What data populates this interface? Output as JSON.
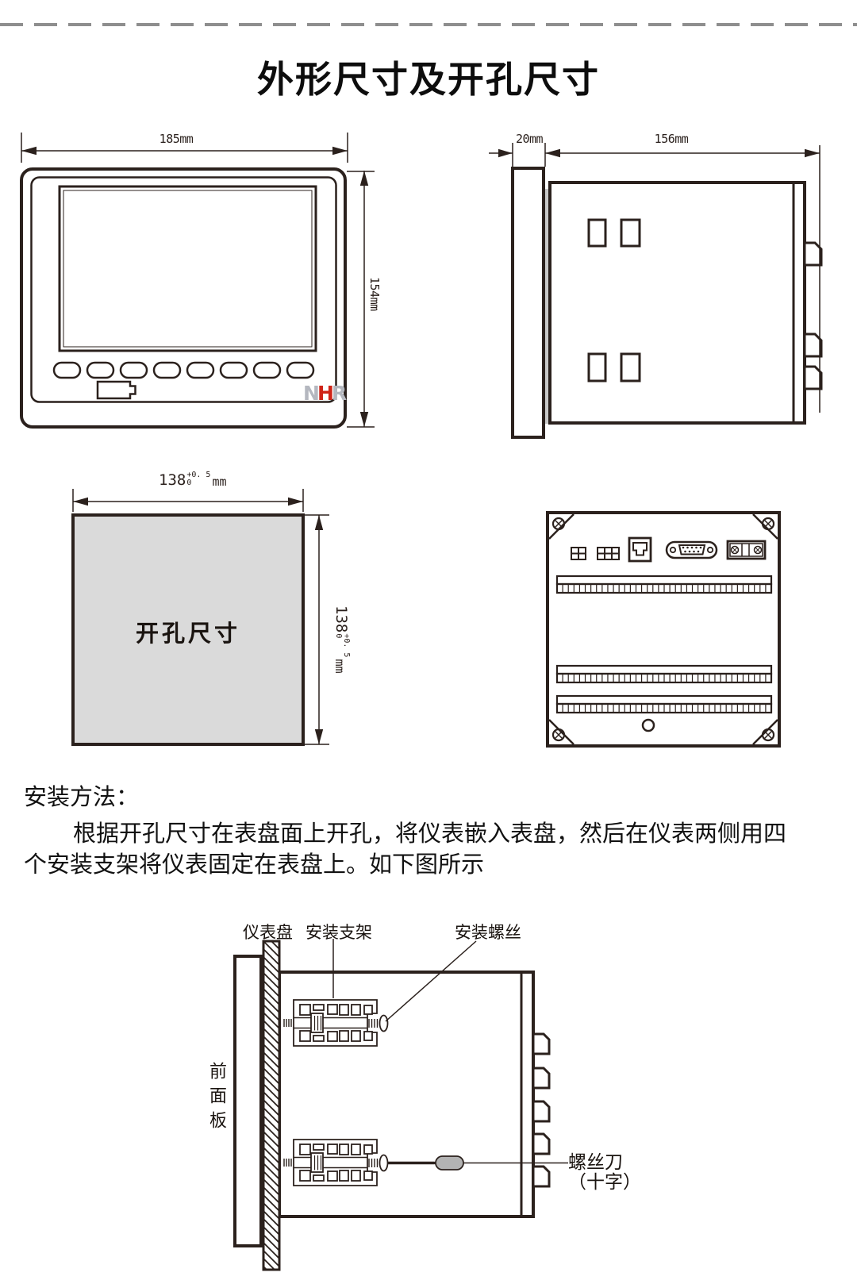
{
  "page": {
    "title": "外形尺寸及开孔尺寸"
  },
  "dimensions": {
    "front_width": "185mm",
    "front_height": "154mm",
    "bezel_depth": "20mm",
    "body_depth": "156mm"
  },
  "brand": {
    "n": "N",
    "h": "H",
    "r": "R",
    "colors": {
      "gray": "#b4b7bf",
      "red": "#cf2317"
    }
  },
  "cutout": {
    "label": "开孔尺寸",
    "dim": {
      "base": "138",
      "plus": "+0. 5",
      "minus": "0",
      "unit": "mm"
    }
  },
  "install": {
    "heading": "安装方法：",
    "para_line1": "根据开孔尺寸在表盘面上开孔，将仪表嵌入表盘，然后在仪表两侧用四",
    "para_line2": "个安装支架将仪表固定在表盘上。如下图所示",
    "labels": {
      "panel": "仪表盘",
      "bracket": "安装支架",
      "screw": "安装螺丝",
      "front_panel": "前面板",
      "screwdriver": "螺丝刀",
      "screwdriver_type": "（十字）"
    }
  }
}
